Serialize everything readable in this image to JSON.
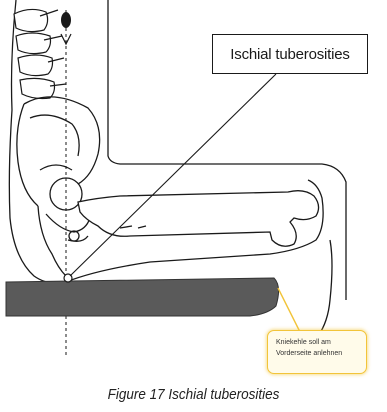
{
  "figure": {
    "callout_label": "Ischial tuberosities",
    "note_line1": "Kniekehle soll am",
    "note_line2": "Vorderseite anlehnen",
    "caption": "Figure 17 Ischial tuberosities"
  },
  "colors": {
    "line": "#1a1a1a",
    "seat_cushion": "#5a5a5a",
    "note_border": "#f2c43a",
    "note_fill": "#fffbea"
  }
}
